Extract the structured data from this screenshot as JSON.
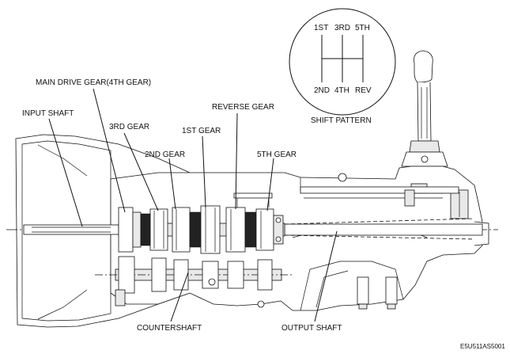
{
  "labels": {
    "main_drive_gear": "MAIN DRIVE GEAR(4TH GEAR)",
    "input_shaft": "INPUT SHAFT",
    "third_gear": "3RD GEAR",
    "first_gear": "1ST GEAR",
    "second_gear": "2ND GEAR",
    "reverse_gear": "REVERSE GEAR",
    "fifth_gear": "5TH GEAR",
    "countershaft": "COUNTERSHAFT",
    "output_shaft": "OUTPUT SHAFT"
  },
  "shift_pattern": {
    "title": "SHIFT PATTERN",
    "top_row": [
      "1ST",
      "3RD",
      "5TH"
    ],
    "bottom_row": [
      "2ND",
      "4TH",
      "REV"
    ]
  },
  "figure_code": "E5U511AS5001"
}
